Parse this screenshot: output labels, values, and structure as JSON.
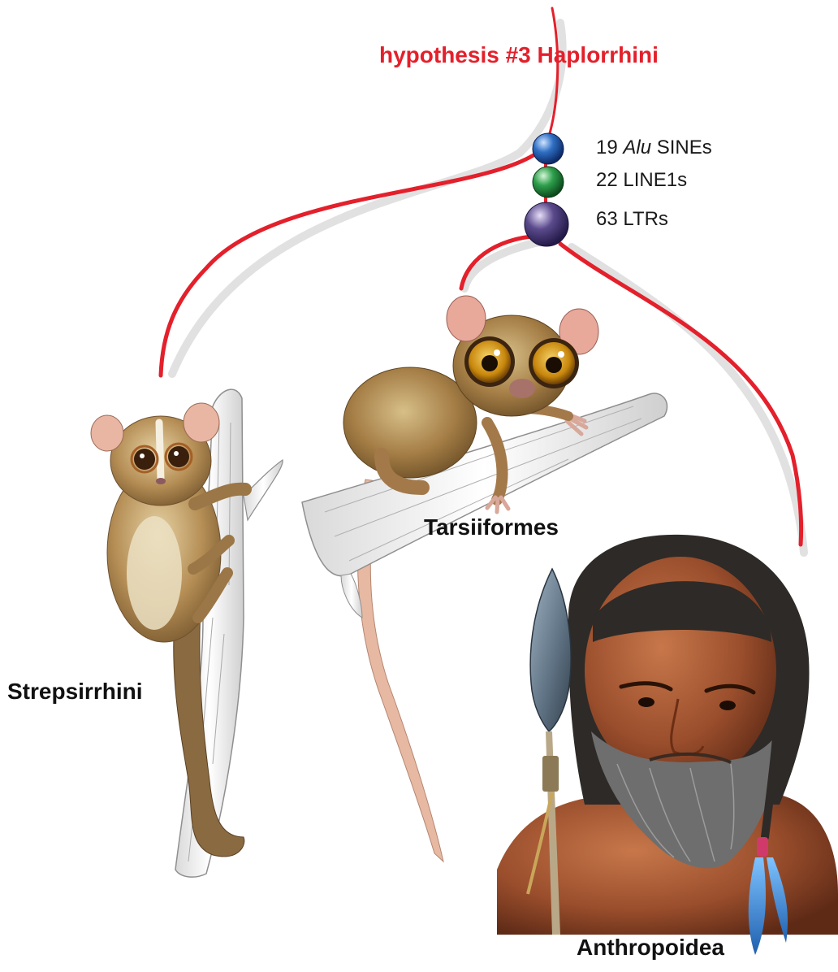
{
  "title": {
    "prefix": "hypothesis #3",
    "clade": "Haplorrhini"
  },
  "markers": [
    {
      "count": "19",
      "name_italic": "Alu",
      "name_rest": " SINEs",
      "color": "#2f6fc4"
    },
    {
      "count": "22",
      "name": "LINE1s",
      "color": "#2ea04c"
    },
    {
      "count": "63",
      "name": "LTRs",
      "color": "#5a4a8c"
    }
  ],
  "taxa": {
    "strepsirrhini": "Strepsirrhini",
    "tarsiiformes": "Tarsiiformes",
    "anthropoidea": "Anthropoidea"
  },
  "colors": {
    "branch": "#e3202b",
    "branch_shadow": "#c8c8c8"
  }
}
